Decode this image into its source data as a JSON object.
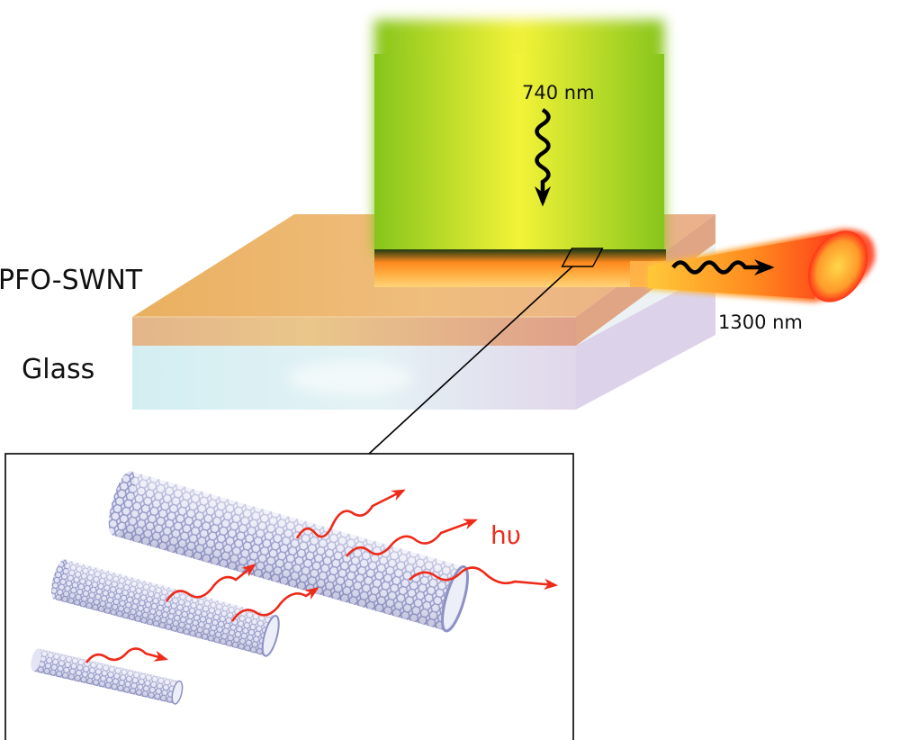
{
  "labels": {
    "layer_pfo": "PFO-SWNT",
    "layer_glass": "Glass",
    "pump_wavelength": "740 nm",
    "emission_wavelength": "1300 nm",
    "photon_symbol": "hυ"
  },
  "colors": {
    "pump_beam": "#b4de1e",
    "pfo_layer": "#f2b16a",
    "glass": "#d6eef2",
    "emission_core": "#ff3d1a",
    "emission_glow": "#ffd23a",
    "nanotube": "#a9acd6",
    "photon_arrow": "#ee2a1a"
  },
  "icons": [
    "wavy-arrow-down-icon",
    "wavy-arrow-right-icon",
    "photon-arrow-icon"
  ]
}
